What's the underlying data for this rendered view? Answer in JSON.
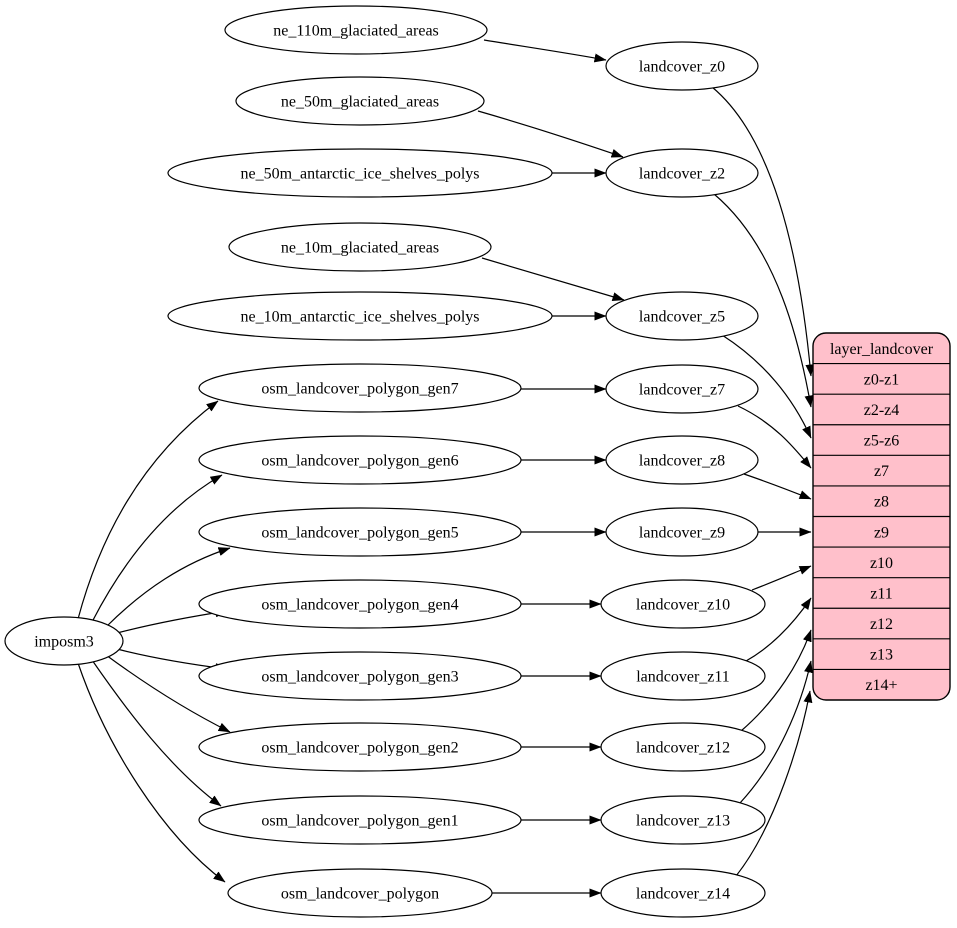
{
  "diagram": {
    "background_color": "#ffffff",
    "node_fill_color": "#ffffff",
    "edge_color": "#000000",
    "record_fill_color": "#ffc0cb"
  },
  "nodes": [
    {
      "id": "imposm3",
      "label": "imposm3"
    },
    {
      "id": "ne_110m_glaciated_areas",
      "label": "ne_110m_glaciated_areas"
    },
    {
      "id": "ne_50m_glaciated_areas",
      "label": "ne_50m_glaciated_areas"
    },
    {
      "id": "ne_50m_antarctic_ice_shelves_polys",
      "label": "ne_50m_antarctic_ice_shelves_polys"
    },
    {
      "id": "ne_10m_glaciated_areas",
      "label": "ne_10m_glaciated_areas"
    },
    {
      "id": "ne_10m_antarctic_ice_shelves_polys",
      "label": "ne_10m_antarctic_ice_shelves_polys"
    },
    {
      "id": "osm_landcover_polygon_gen7",
      "label": "osm_landcover_polygon_gen7"
    },
    {
      "id": "osm_landcover_polygon_gen6",
      "label": "osm_landcover_polygon_gen6"
    },
    {
      "id": "osm_landcover_polygon_gen5",
      "label": "osm_landcover_polygon_gen5"
    },
    {
      "id": "osm_landcover_polygon_gen4",
      "label": "osm_landcover_polygon_gen4"
    },
    {
      "id": "osm_landcover_polygon_gen3",
      "label": "osm_landcover_polygon_gen3"
    },
    {
      "id": "osm_landcover_polygon_gen2",
      "label": "osm_landcover_polygon_gen2"
    },
    {
      "id": "osm_landcover_polygon_gen1",
      "label": "osm_landcover_polygon_gen1"
    },
    {
      "id": "osm_landcover_polygon",
      "label": "osm_landcover_polygon"
    },
    {
      "id": "landcover_z0",
      "label": "landcover_z0"
    },
    {
      "id": "landcover_z2",
      "label": "landcover_z2"
    },
    {
      "id": "landcover_z5",
      "label": "landcover_z5"
    },
    {
      "id": "landcover_z7",
      "label": "landcover_z7"
    },
    {
      "id": "landcover_z8",
      "label": "landcover_z8"
    },
    {
      "id": "landcover_z9",
      "label": "landcover_z9"
    },
    {
      "id": "landcover_z10",
      "label": "landcover_z10"
    },
    {
      "id": "landcover_z11",
      "label": "landcover_z11"
    },
    {
      "id": "landcover_z12",
      "label": "landcover_z12"
    },
    {
      "id": "landcover_z13",
      "label": "landcover_z13"
    },
    {
      "id": "landcover_z14",
      "label": "landcover_z14"
    }
  ],
  "record": {
    "id": "layer_landcover",
    "header": "layer_landcover",
    "rows": [
      "z0-z1",
      "z2-z4",
      "z5-z6",
      "z7",
      "z8",
      "z9",
      "z10",
      "z11",
      "z12",
      "z13",
      "z14+"
    ]
  },
  "edges": [
    {
      "from": "ne_110m_glaciated_areas",
      "to": "landcover_z0"
    },
    {
      "from": "ne_50m_glaciated_areas",
      "to": "landcover_z2"
    },
    {
      "from": "ne_50m_antarctic_ice_shelves_polys",
      "to": "landcover_z2"
    },
    {
      "from": "ne_10m_glaciated_areas",
      "to": "landcover_z5"
    },
    {
      "from": "ne_10m_antarctic_ice_shelves_polys",
      "to": "landcover_z5"
    },
    {
      "from": "imposm3",
      "to": "osm_landcover_polygon_gen7"
    },
    {
      "from": "imposm3",
      "to": "osm_landcover_polygon_gen6"
    },
    {
      "from": "imposm3",
      "to": "osm_landcover_polygon_gen5"
    },
    {
      "from": "imposm3",
      "to": "osm_landcover_polygon_gen4"
    },
    {
      "from": "imposm3",
      "to": "osm_landcover_polygon_gen3"
    },
    {
      "from": "imposm3",
      "to": "osm_landcover_polygon_gen2"
    },
    {
      "from": "imposm3",
      "to": "osm_landcover_polygon_gen1"
    },
    {
      "from": "imposm3",
      "to": "osm_landcover_polygon"
    },
    {
      "from": "osm_landcover_polygon_gen7",
      "to": "landcover_z7"
    },
    {
      "from": "osm_landcover_polygon_gen6",
      "to": "landcover_z8"
    },
    {
      "from": "osm_landcover_polygon_gen5",
      "to": "landcover_z9"
    },
    {
      "from": "osm_landcover_polygon_gen4",
      "to": "landcover_z10"
    },
    {
      "from": "osm_landcover_polygon_gen3",
      "to": "landcover_z11"
    },
    {
      "from": "osm_landcover_polygon_gen2",
      "to": "landcover_z12"
    },
    {
      "from": "osm_landcover_polygon_gen1",
      "to": "landcover_z13"
    },
    {
      "from": "osm_landcover_polygon",
      "to": "landcover_z14"
    },
    {
      "from": "landcover_z0",
      "to": "layer_landcover:z0-z1"
    },
    {
      "from": "landcover_z2",
      "to": "layer_landcover:z2-z4"
    },
    {
      "from": "landcover_z5",
      "to": "layer_landcover:z5-z6"
    },
    {
      "from": "landcover_z7",
      "to": "layer_landcover:z7"
    },
    {
      "from": "landcover_z8",
      "to": "layer_landcover:z8"
    },
    {
      "from": "landcover_z9",
      "to": "layer_landcover:z9"
    },
    {
      "from": "landcover_z10",
      "to": "layer_landcover:z10"
    },
    {
      "from": "landcover_z11",
      "to": "layer_landcover:z11"
    },
    {
      "from": "landcover_z12",
      "to": "layer_landcover:z12"
    },
    {
      "from": "landcover_z13",
      "to": "layer_landcover:z13"
    },
    {
      "from": "landcover_z14",
      "to": "layer_landcover:z14+"
    }
  ]
}
